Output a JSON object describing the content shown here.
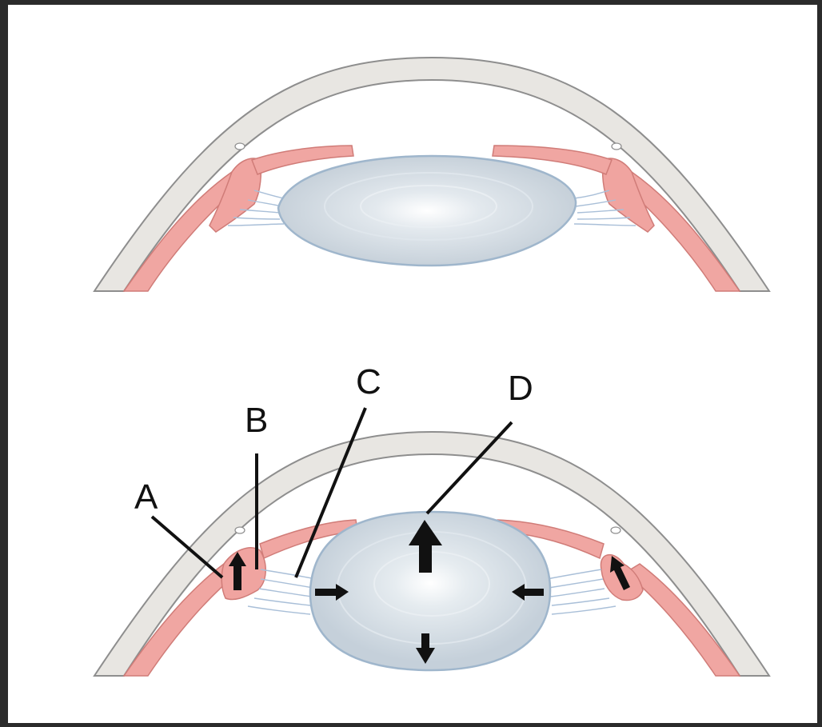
{
  "labels": {
    "a": "A",
    "b": "B",
    "c": "C",
    "d": "D"
  },
  "colors": {
    "frame": "#2b2b2b",
    "background": "#ffffff",
    "sclera_fill": "#e8e6e2",
    "sclera_line": "#8e8e8e",
    "ciliary_muscle": "#f0a4a0",
    "ciliary_muscle_edge": "#d07c78",
    "iris": "#f0a6a2",
    "lens_fill": "#c9d3dc",
    "lens_edge": "#9fb6cc",
    "zonule_fibers": "#a9bfd8",
    "arrows": "#111111"
  },
  "panels": [
    {
      "id": "relaxed",
      "lens_state": "flattened"
    },
    {
      "id": "accommodated",
      "lens_state": "rounded"
    }
  ]
}
